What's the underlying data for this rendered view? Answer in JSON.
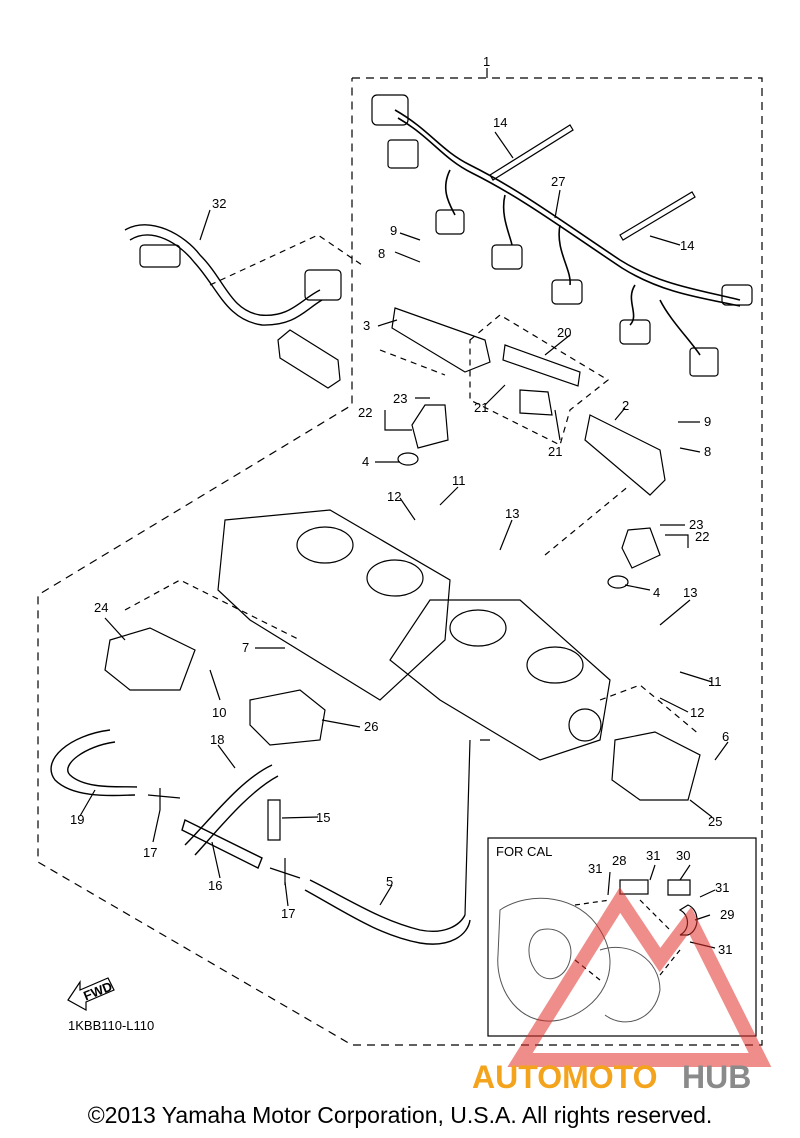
{
  "callouts": [
    "1",
    "14",
    "27",
    "32",
    "9",
    "8",
    "14",
    "3",
    "20",
    "23",
    "22",
    "4",
    "21",
    "21",
    "2",
    "9",
    "8",
    "12",
    "11",
    "13",
    "23",
    "22",
    "4",
    "13",
    "24",
    "7",
    "10",
    "26",
    "11",
    "12",
    "6",
    "18",
    "19",
    "17",
    "15",
    "16",
    "17",
    "5",
    "25",
    "28",
    "31",
    "30",
    "31",
    "31",
    "29",
    "31"
  ],
  "inset_title": "FOR CAL",
  "fwd_label": "FWD",
  "diagram_code": "1KBB110-L110",
  "copyright": "©2013 Yamaha Motor Corporation, U.S.A. All rights reserved.",
  "watermark": {
    "part1": "AUTOMOTO",
    "part2": "HUB",
    "color1": "#f4a31d",
    "color2": "#8a8a8a",
    "logo_color": "#e0302a"
  }
}
